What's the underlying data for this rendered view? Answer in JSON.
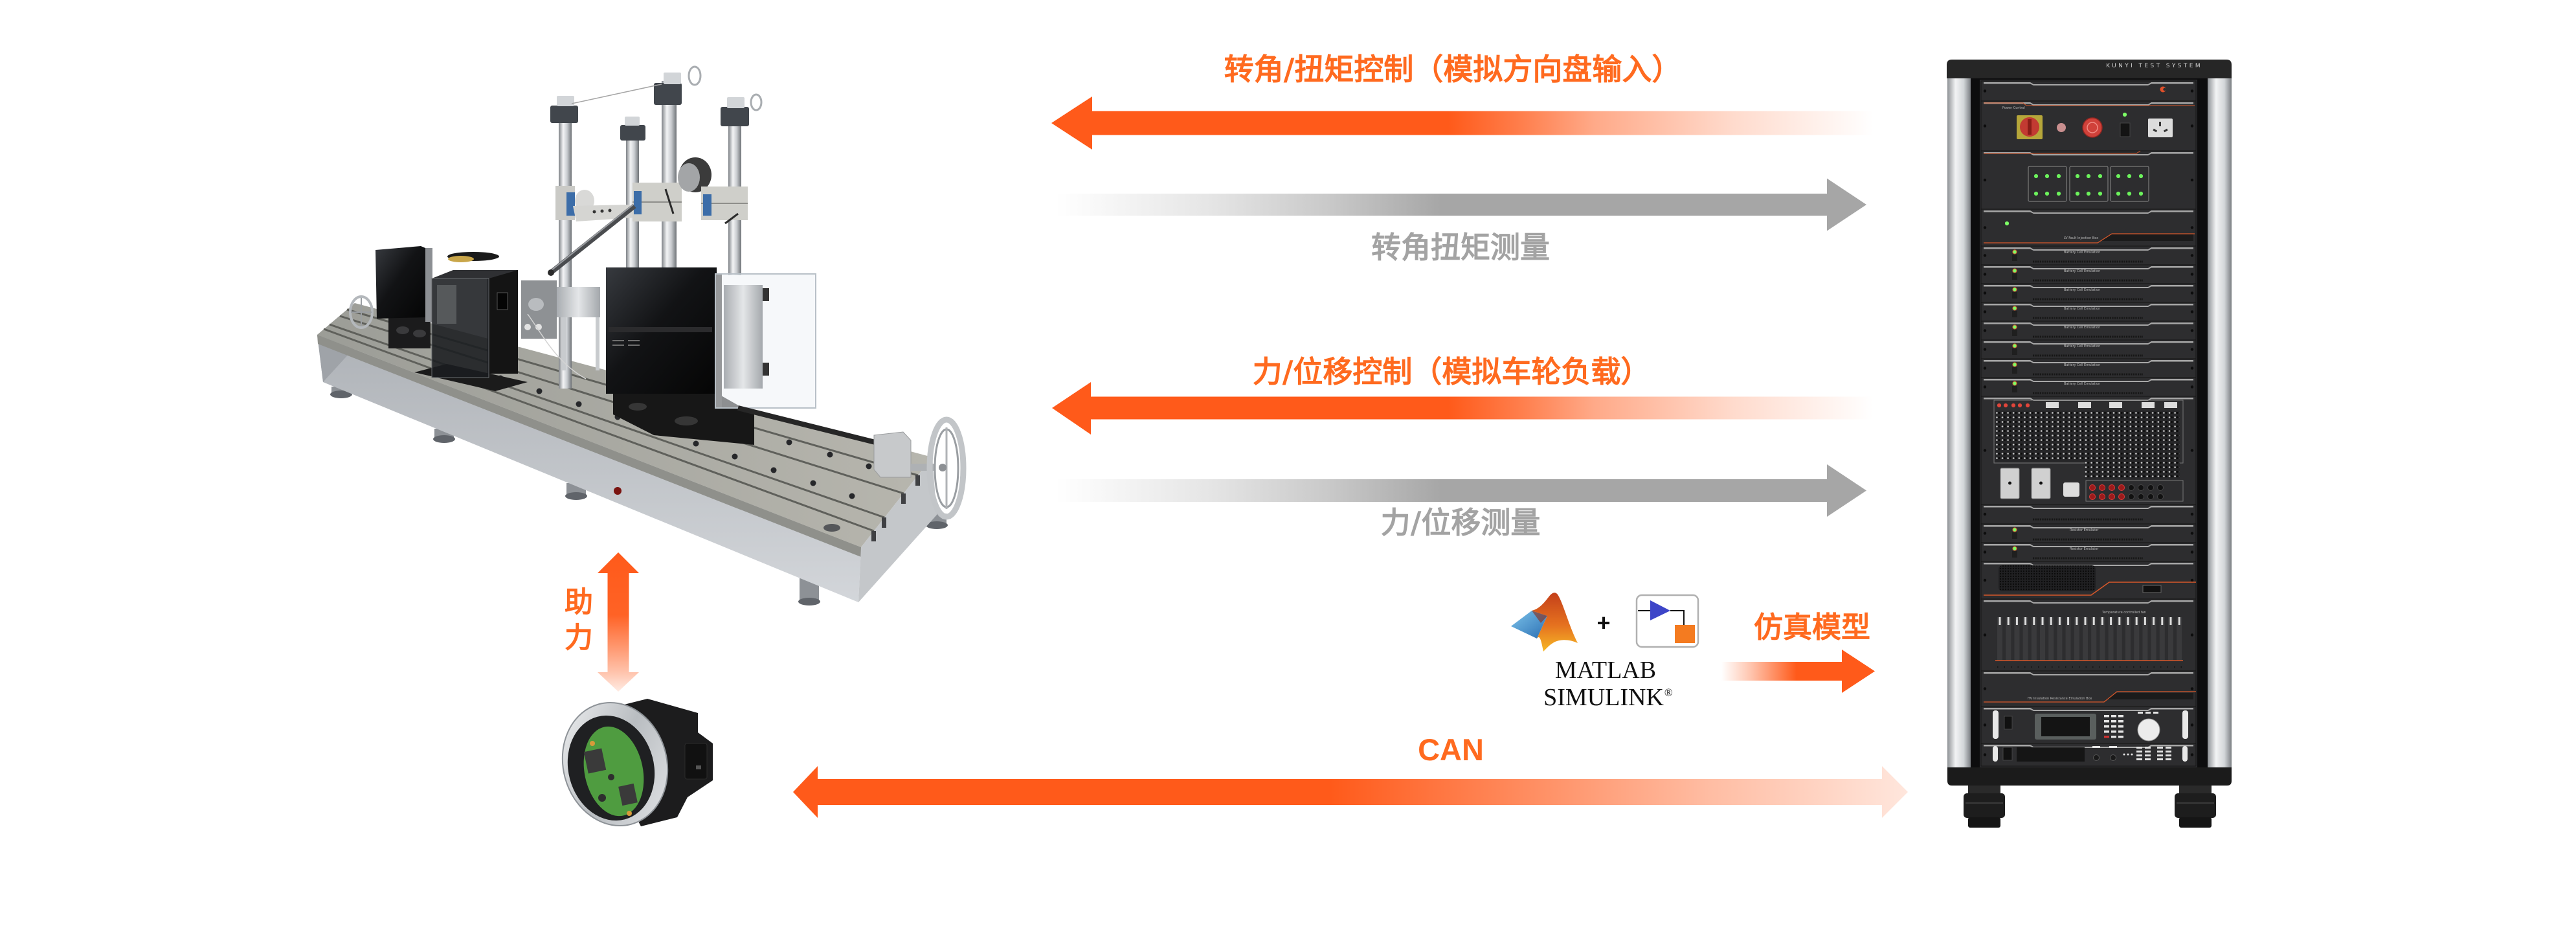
{
  "colors": {
    "control_arrow": "#FF5A1A",
    "control_label": "#FF6A1F",
    "measure_arrow": "#A6A6A6",
    "measure_label": "#A3A3A3"
  },
  "links": {
    "steering_control": "转角/扭矩控制（模拟方向盘输入）",
    "steering_measurement": "转角扭矩测量",
    "force_control": "力/位移控制（模拟车轮负载）",
    "force_measurement": "力/位移测量",
    "simulation_model": "仿真模型",
    "can_bus": "CAN",
    "power_assist": "助力"
  },
  "software": {
    "matlab": "MATLAB",
    "plus": "+",
    "simulink": "SIMULINK",
    "registered_mark": "®"
  },
  "equipment": {
    "rack": {
      "brand": "KUNYI TEST SYSTEM",
      "panels": {
        "power": "Power Control",
        "lv_fault": "LV Fault Injection Box",
        "battery_cells": [
          "Battery Cell Emulation",
          "Battery Cell Emulation",
          "Battery Cell Emulation",
          "Battery Cell Emulation",
          "Battery Cell Emulation",
          "Battery Cell Emulation",
          "Battery Cell Emulation",
          "Battery Cell Emulation"
        ],
        "resistors": [
          "Resistor Emulator",
          "Resistor Emulator"
        ],
        "fan": "Temperature controlled fan",
        "hv_insulation": "HV Insulation Resistance Emulation Box"
      }
    }
  }
}
